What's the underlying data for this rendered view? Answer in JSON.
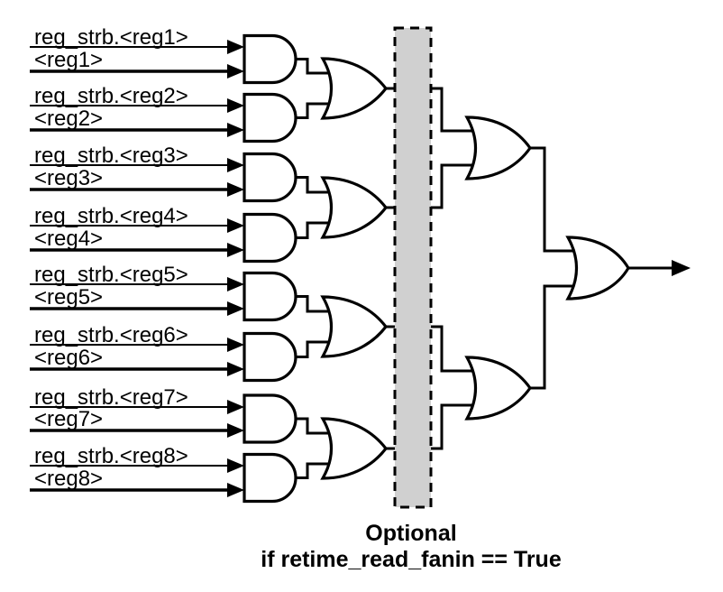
{
  "inputs": [
    {
      "strobe": "reg_strb.<reg1>",
      "value": "<reg1>"
    },
    {
      "strobe": "reg_strb.<reg2>",
      "value": "<reg2>"
    },
    {
      "strobe": "reg_strb.<reg3>",
      "value": "<reg3>"
    },
    {
      "strobe": "reg_strb.<reg4>",
      "value": "<reg4>"
    },
    {
      "strobe": "reg_strb.<reg5>",
      "value": "<reg5>"
    },
    {
      "strobe": "reg_strb.<reg6>",
      "value": "<reg6>"
    },
    {
      "strobe": "reg_strb.<reg7>",
      "value": "<reg7>"
    },
    {
      "strobe": "reg_strb.<reg8>",
      "value": "<reg8>"
    }
  ],
  "caption": {
    "line1": "Optional",
    "line2": "if retime_read_fanin == True"
  },
  "colors": {
    "line": "#000000",
    "optional_box_fill": "#d0d0d0",
    "background": "#ffffff"
  }
}
